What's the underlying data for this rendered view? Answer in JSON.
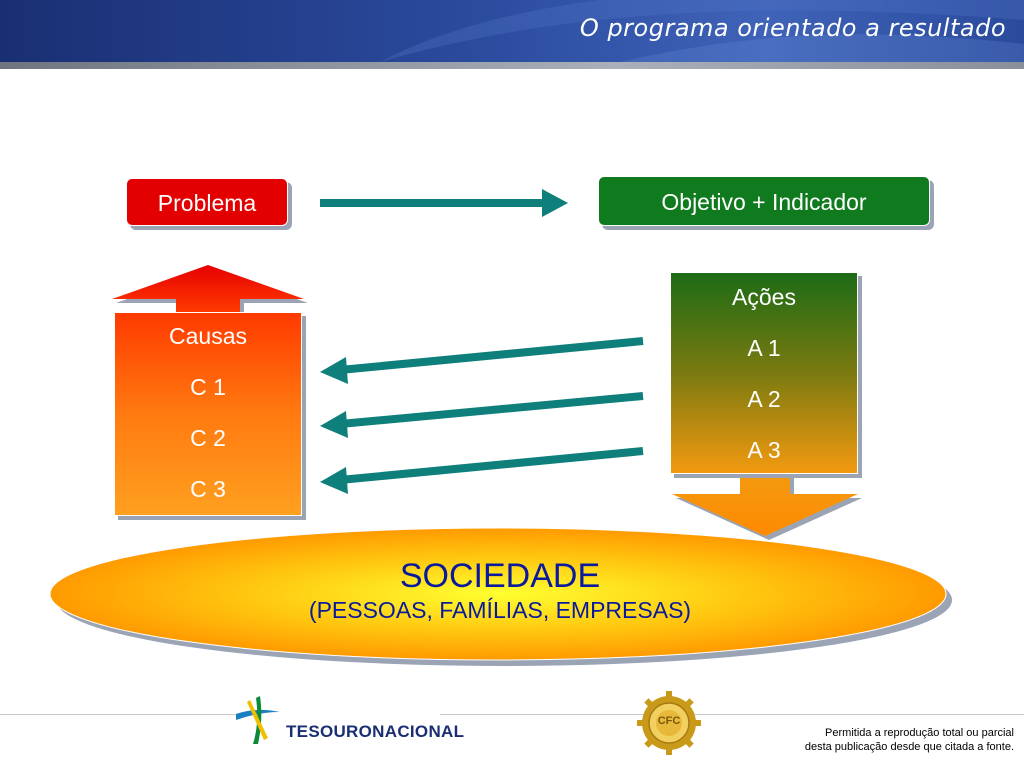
{
  "header": {
    "title": "O programa orientado a resultado"
  },
  "diagram": {
    "problema": "Problema",
    "objetivo": "Objetivo + Indicador",
    "causas": {
      "title": "Causas",
      "items": [
        "C 1",
        "C 2",
        "C 3"
      ]
    },
    "acoes": {
      "title": "Ações",
      "items": [
        "A 1",
        "A 2",
        "A 3"
      ]
    },
    "sociedade": {
      "title": "SOCIEDADE",
      "subtitle": "(PESSOAS, FAMÍLIAS, EMPRESAS)"
    }
  },
  "footer": {
    "logo_main": "Tesouro",
    "logo_second": "Nacional",
    "seal_text": "CFC",
    "permission_line1": "Permitida a reprodução total ou parcial",
    "permission_line2": "desta publicação desde que citada a fonte."
  },
  "colors": {
    "header_blue": "#1a2f73",
    "problem_red": "#e20000",
    "objective_green": "#107a1e",
    "arrow_teal": "#0e7f7a",
    "society_orange": "#ffa500",
    "society_text": "#0a1a9c"
  }
}
